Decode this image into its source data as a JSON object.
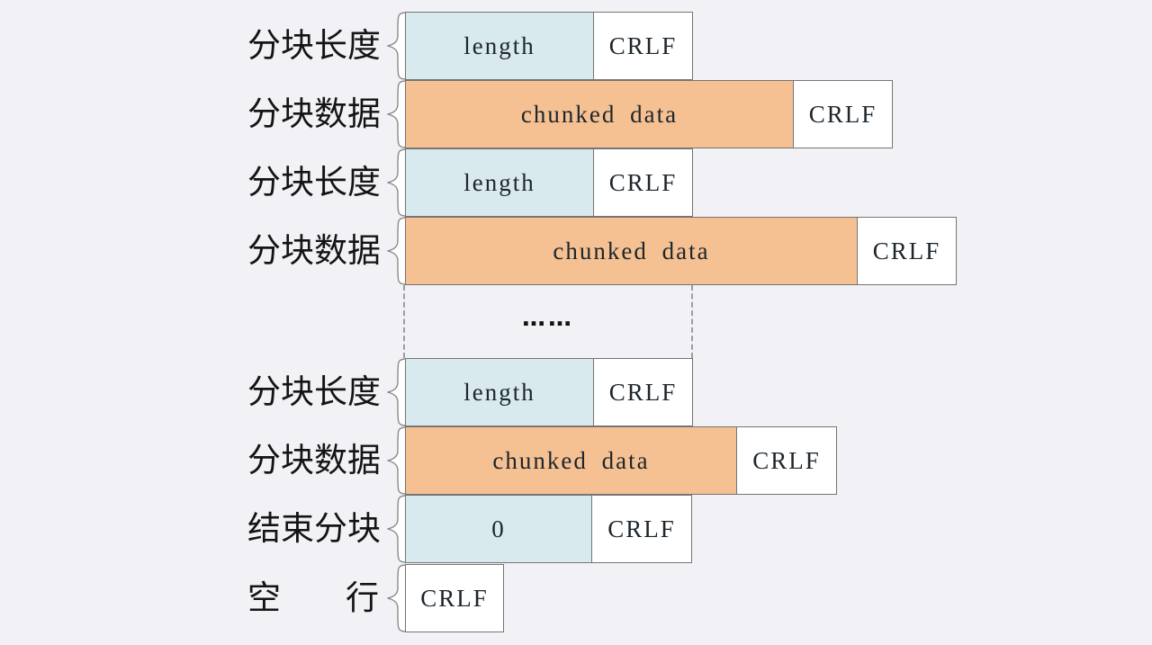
{
  "diagram": {
    "ellipsis": "……",
    "rows": [
      {
        "label": "分块长度",
        "cells": [
          {
            "text": "length"
          },
          {
            "text": "CRLF"
          }
        ]
      },
      {
        "label": "分块数据",
        "cells": [
          {
            "text": "chunked data"
          },
          {
            "text": "CRLF"
          }
        ]
      },
      {
        "label": "分块长度",
        "cells": [
          {
            "text": "length"
          },
          {
            "text": "CRLF"
          }
        ]
      },
      {
        "label": "分块数据",
        "cells": [
          {
            "text": "chunked data"
          },
          {
            "text": "CRLF"
          }
        ]
      },
      {
        "label": "分块长度",
        "cells": [
          {
            "text": "length"
          },
          {
            "text": "CRLF"
          }
        ]
      },
      {
        "label": "分块数据",
        "cells": [
          {
            "text": "chunked data"
          },
          {
            "text": "CRLF"
          }
        ]
      },
      {
        "label": "结束分块",
        "cells": [
          {
            "text": "0"
          },
          {
            "text": "CRLF"
          }
        ]
      },
      {
        "label": "空行",
        "cells": [
          {
            "text": "CRLF"
          }
        ]
      }
    ],
    "colors": {
      "length_fill": "#d9eaee",
      "data_fill": "#f5c192",
      "crlf_fill": "#ffffff",
      "background": "#f2f1f5",
      "border": "#757575"
    }
  }
}
